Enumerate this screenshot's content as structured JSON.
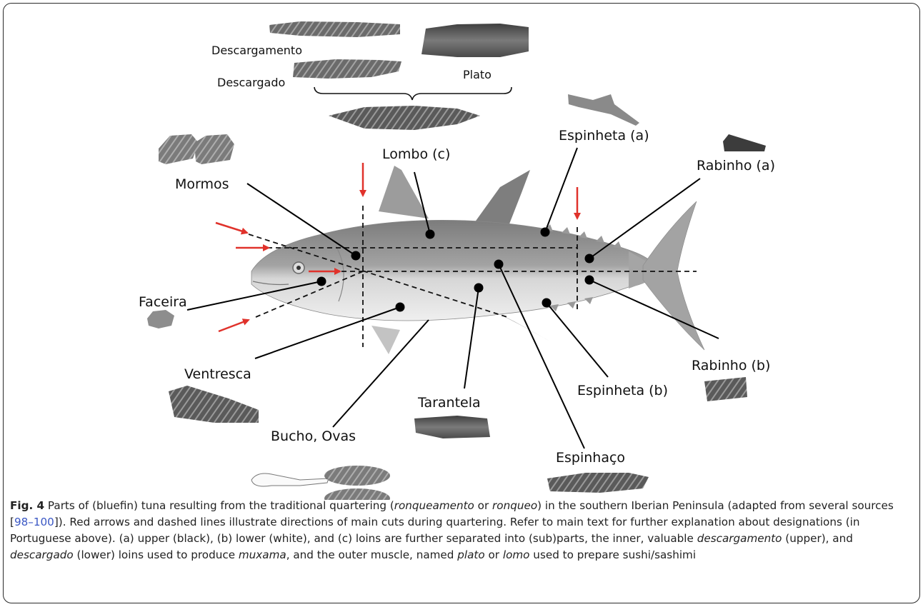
{
  "figure": {
    "labels": {
      "descargamento": "Descargamento",
      "descargado": "Descargado",
      "plato": "Plato",
      "espinheta_a": "Espinheta (a)",
      "lombo_c": "Lombo (c)",
      "rabinho_a": "Rabinho (a)",
      "mormos": "Mormos",
      "faceira": "Faceira",
      "ventresca": "Ventresca",
      "rabinho_b": "Rabinho (b)",
      "espinheta_b": "Espinheta (b)",
      "tarantela": "Tarantela",
      "bucho_ovas": "Bucho, Ovas",
      "espinhaco": "Espinhaço"
    },
    "colors": {
      "arrow": "#e0322b",
      "leader": "#000000",
      "fish_back": "#8d8d8d",
      "fish_belly": "#e9e9e9"
    }
  },
  "caption": {
    "fig_label": "Fig. 4",
    "t1": " Parts of (bluefin) tuna resulting from the traditional quartering (",
    "i1": "ronqueamento",
    "t2": " or ",
    "i2": "ronqueo",
    "t3": ") in the southern Iberian Peninsula (adapted from several sources [",
    "ref": "98–100",
    "t4": "]). Red arrows and dashed lines illustrate directions of main cuts during quartering. Refer to main text for further explanation about designations (in Portuguese above). (a) upper (black), (b) lower (white), and (c) loins are further separated into (sub)parts, the inner, valuable ",
    "i3": "descargamento",
    "t5": " (upper), and ",
    "i4": "descargado",
    "t6": " (lower) loins used to produce ",
    "i5": "muxama",
    "t7": ", and the outer muscle, named ",
    "i6": "plato",
    "t8": " or ",
    "i7": "lomo",
    "t9": " used to prepare sushi/sashimi"
  }
}
